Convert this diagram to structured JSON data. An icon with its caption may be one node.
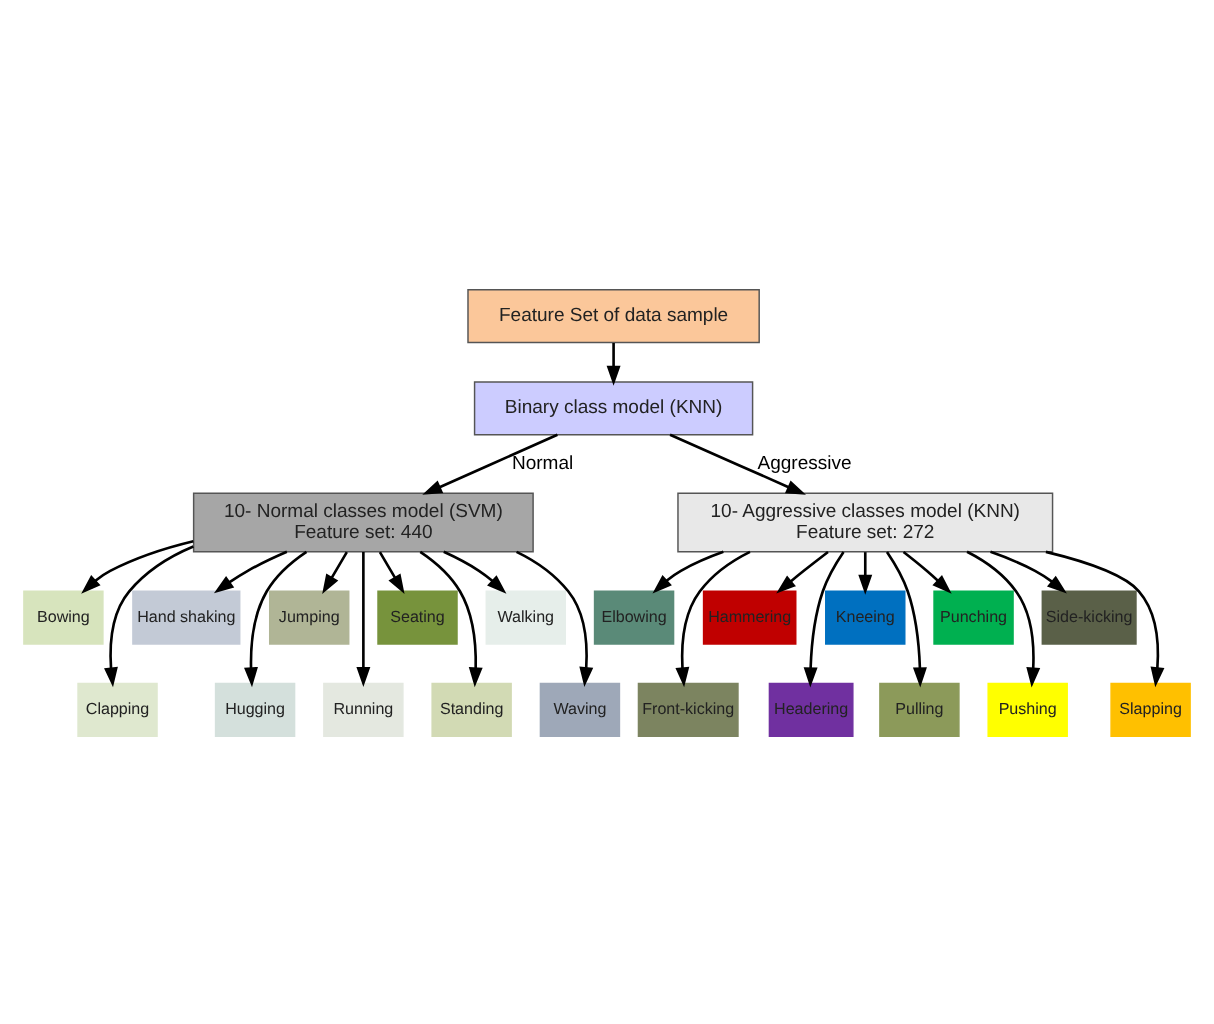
{
  "diagram": {
    "nodes": [
      {
        "text": [
          "Feature Set of data sample"
        ]
      },
      {
        "text": [
          "Binary class model (KNN)"
        ]
      },
      {
        "text": [
          "10- Normal classes model (SVM)",
          "Feature set: 440"
        ]
      },
      {
        "text": [
          "10- Aggressive classes model (KNN)",
          "Feature set: 272"
        ]
      },
      {
        "text": [
          "Bowing"
        ]
      },
      {
        "text": [
          "Clapping"
        ]
      },
      {
        "text": [
          "Hand shaking"
        ]
      },
      {
        "text": [
          "Hugging"
        ]
      },
      {
        "text": [
          "Jumping"
        ]
      },
      {
        "text": [
          "Running"
        ]
      },
      {
        "text": [
          "Seating"
        ]
      },
      {
        "text": [
          "Standing"
        ]
      },
      {
        "text": [
          "Walking"
        ]
      },
      {
        "text": [
          "Waving"
        ]
      },
      {
        "text": [
          "Elbowing"
        ]
      },
      {
        "text": [
          "Front-kicking"
        ]
      },
      {
        "text": [
          "Hammering"
        ]
      },
      {
        "text": [
          "Headering"
        ]
      },
      {
        "text": [
          "Kneeing"
        ]
      },
      {
        "text": [
          "Pulling"
        ]
      },
      {
        "text": [
          "Punching"
        ]
      },
      {
        "text": [
          "Pushing"
        ]
      },
      {
        "text": [
          "Side-kicking"
        ]
      },
      {
        "text": [
          "Slapping"
        ]
      }
    ],
    "edges": [
      {
        "from": 0,
        "to": 1,
        "arrow": "to"
      },
      {
        "from": 1,
        "to": 2,
        "arrow": "to",
        "label": "Normal"
      },
      {
        "from": 1,
        "to": 3,
        "arrow": "to",
        "label": "Aggressive"
      },
      {
        "from": 2,
        "to": 4,
        "arrow": "to"
      },
      {
        "from": 2,
        "to": 5,
        "arrow": "to"
      },
      {
        "from": 2,
        "to": 6,
        "arrow": "to"
      },
      {
        "from": 2,
        "to": 7,
        "arrow": "to"
      },
      {
        "from": 2,
        "to": 8,
        "arrow": "to"
      },
      {
        "from": 2,
        "to": 9,
        "arrow": "to"
      },
      {
        "from": 2,
        "to": 10,
        "arrow": "to"
      },
      {
        "from": 2,
        "to": 11,
        "arrow": "to"
      },
      {
        "from": 2,
        "to": 12,
        "arrow": "to"
      },
      {
        "from": 2,
        "to": 13,
        "arrow": "to"
      },
      {
        "from": 3,
        "to": 14,
        "arrow": "to"
      },
      {
        "from": 3,
        "to": 15,
        "arrow": "to"
      },
      {
        "from": 3,
        "to": 16,
        "arrow": "to"
      },
      {
        "from": 3,
        "to": 17,
        "arrow": "to"
      },
      {
        "from": 3,
        "to": 18,
        "arrow": "to"
      },
      {
        "from": 3,
        "to": 19,
        "arrow": "to"
      },
      {
        "from": 3,
        "to": 20,
        "arrow": "to"
      },
      {
        "from": 3,
        "to": 21,
        "arrow": "to"
      },
      {
        "from": 3,
        "to": 22,
        "arrow": "to"
      },
      {
        "from": 3,
        "to": 23,
        "arrow": "to"
      }
    ]
  }
}
